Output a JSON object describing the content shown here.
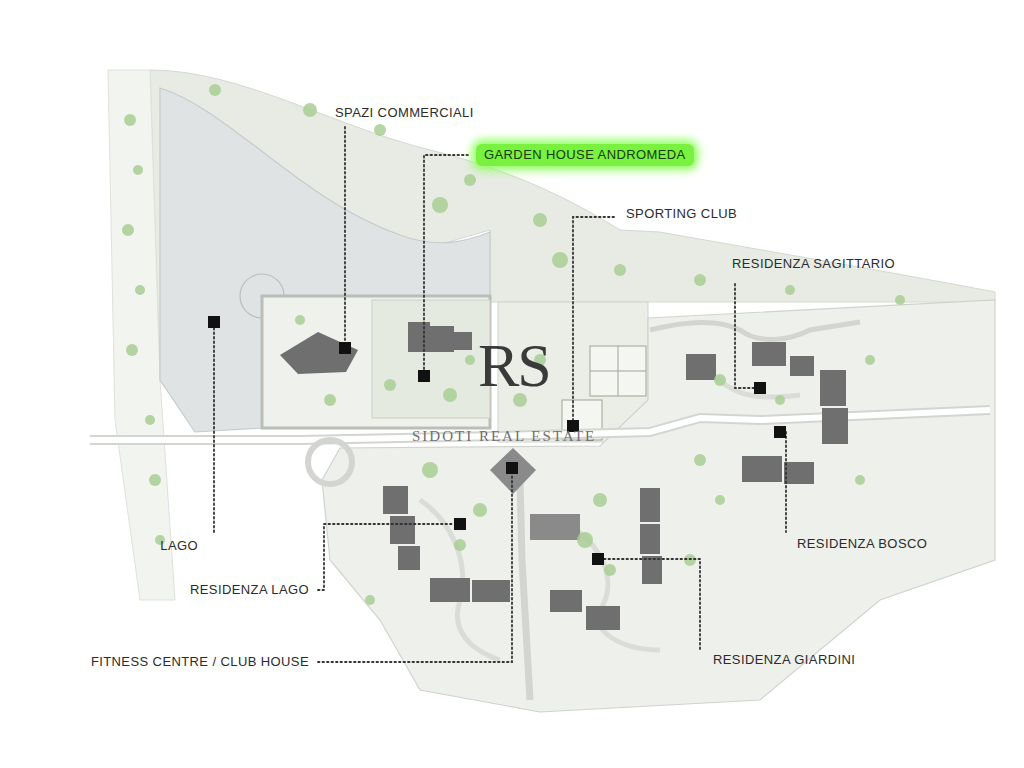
{
  "diagram": {
    "labels": [
      "SPAZI COMMERCIALI",
      "GARDEN HOUSE ANDROMEDA",
      "SPORTING CLUB",
      "RESIDENZA SAGITTARIO",
      "LAGO",
      "RESIDENZA LAGO",
      "FITNESS CENTRE / CLUB HOUSE",
      "RESIDENZA GIARDINI",
      "RESIDENZA BOSCO",
      "RS",
      "SIDOTI REAL ESTATE"
    ]
  }
}
